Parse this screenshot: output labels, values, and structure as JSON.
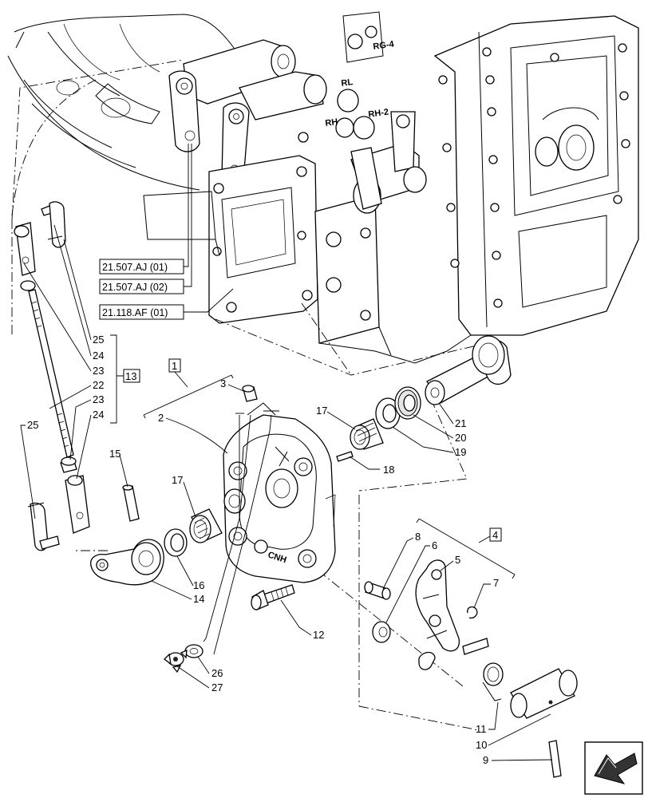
{
  "ref_boxes": [
    {
      "id": "ref-21-507-aj-01",
      "text": "21.507.AJ (01)"
    },
    {
      "id": "ref-21-507-aj-02",
      "text": "21.507.AJ (02)"
    },
    {
      "id": "ref-21-118-af-01",
      "text": "21.118.AF (01)"
    }
  ],
  "group_labels": {
    "g1": "1",
    "g4": "4",
    "g13": "13"
  },
  "callouts": {
    "c2": "2",
    "c3": "3",
    "c5": "5",
    "c6": "6",
    "c7": "7",
    "c8": "8",
    "c9": "9",
    "c10": "10",
    "c11": "11",
    "c12": "12",
    "c14": "14",
    "c15": "15",
    "c16": "16",
    "c17a": "17",
    "c17b": "17",
    "c18": "18",
    "c19": "19",
    "c20": "20",
    "c21": "21",
    "c22": "22",
    "c23a": "23",
    "c23b": "23",
    "c24a": "24",
    "c24b": "24",
    "c25a": "25",
    "c25b": "25",
    "c26": "26",
    "c27": "27"
  },
  "engraved": {
    "cover_logo": "CNH",
    "hsg1": "RL",
    "hsg2": "RH",
    "hsg3": "RH-2",
    "hsg4": "RG-4"
  },
  "icons": {
    "nav": "back-arrow-icon"
  }
}
